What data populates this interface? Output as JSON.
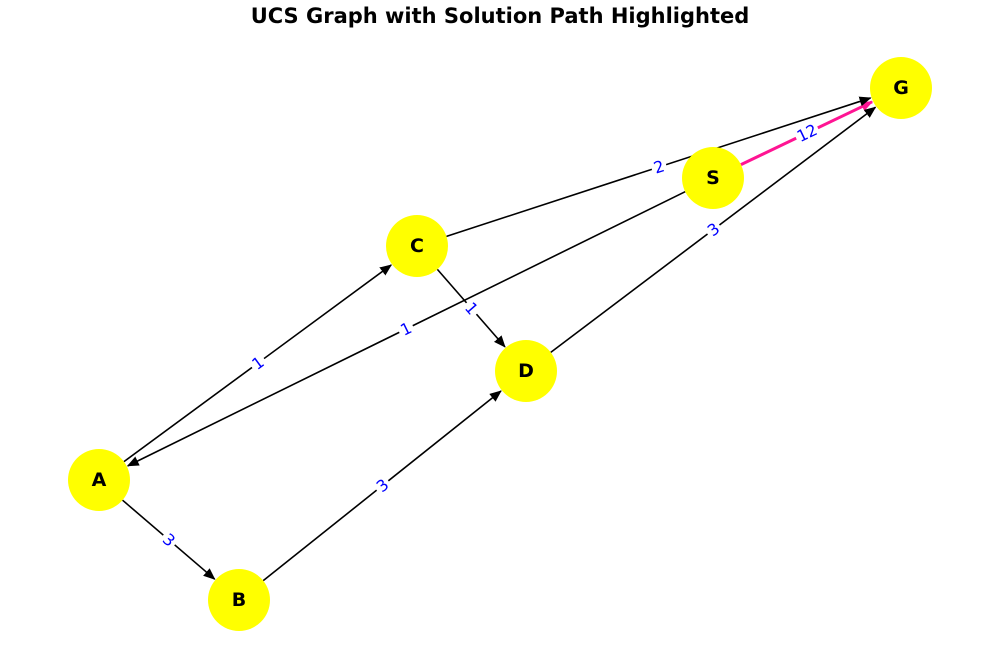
{
  "title": "UCS Graph with Solution Path Highlighted",
  "colors": {
    "node_fill": "#ffff00",
    "node_text": "#000000",
    "edge": "#000000",
    "path_edge": "#ff1493",
    "weight_text": "#0000ff"
  },
  "nodes": [
    {
      "id": "S",
      "label": "S"
    },
    {
      "id": "A",
      "label": "A"
    },
    {
      "id": "B",
      "label": "B"
    },
    {
      "id": "C",
      "label": "C"
    },
    {
      "id": "D",
      "label": "D"
    },
    {
      "id": "G",
      "label": "G"
    }
  ],
  "edges": [
    {
      "from": "S",
      "to": "A",
      "weight": "1",
      "on_path": false
    },
    {
      "from": "S",
      "to": "G",
      "weight": "12",
      "on_path": true
    },
    {
      "from": "A",
      "to": "B",
      "weight": "3",
      "on_path": false
    },
    {
      "from": "A",
      "to": "C",
      "weight": "1",
      "on_path": false
    },
    {
      "from": "B",
      "to": "D",
      "weight": "3",
      "on_path": false
    },
    {
      "from": "C",
      "to": "D",
      "weight": "1",
      "on_path": false
    },
    {
      "from": "C",
      "to": "G",
      "weight": "2",
      "on_path": false
    },
    {
      "from": "D",
      "to": "G",
      "weight": "3",
      "on_path": false
    }
  ]
}
